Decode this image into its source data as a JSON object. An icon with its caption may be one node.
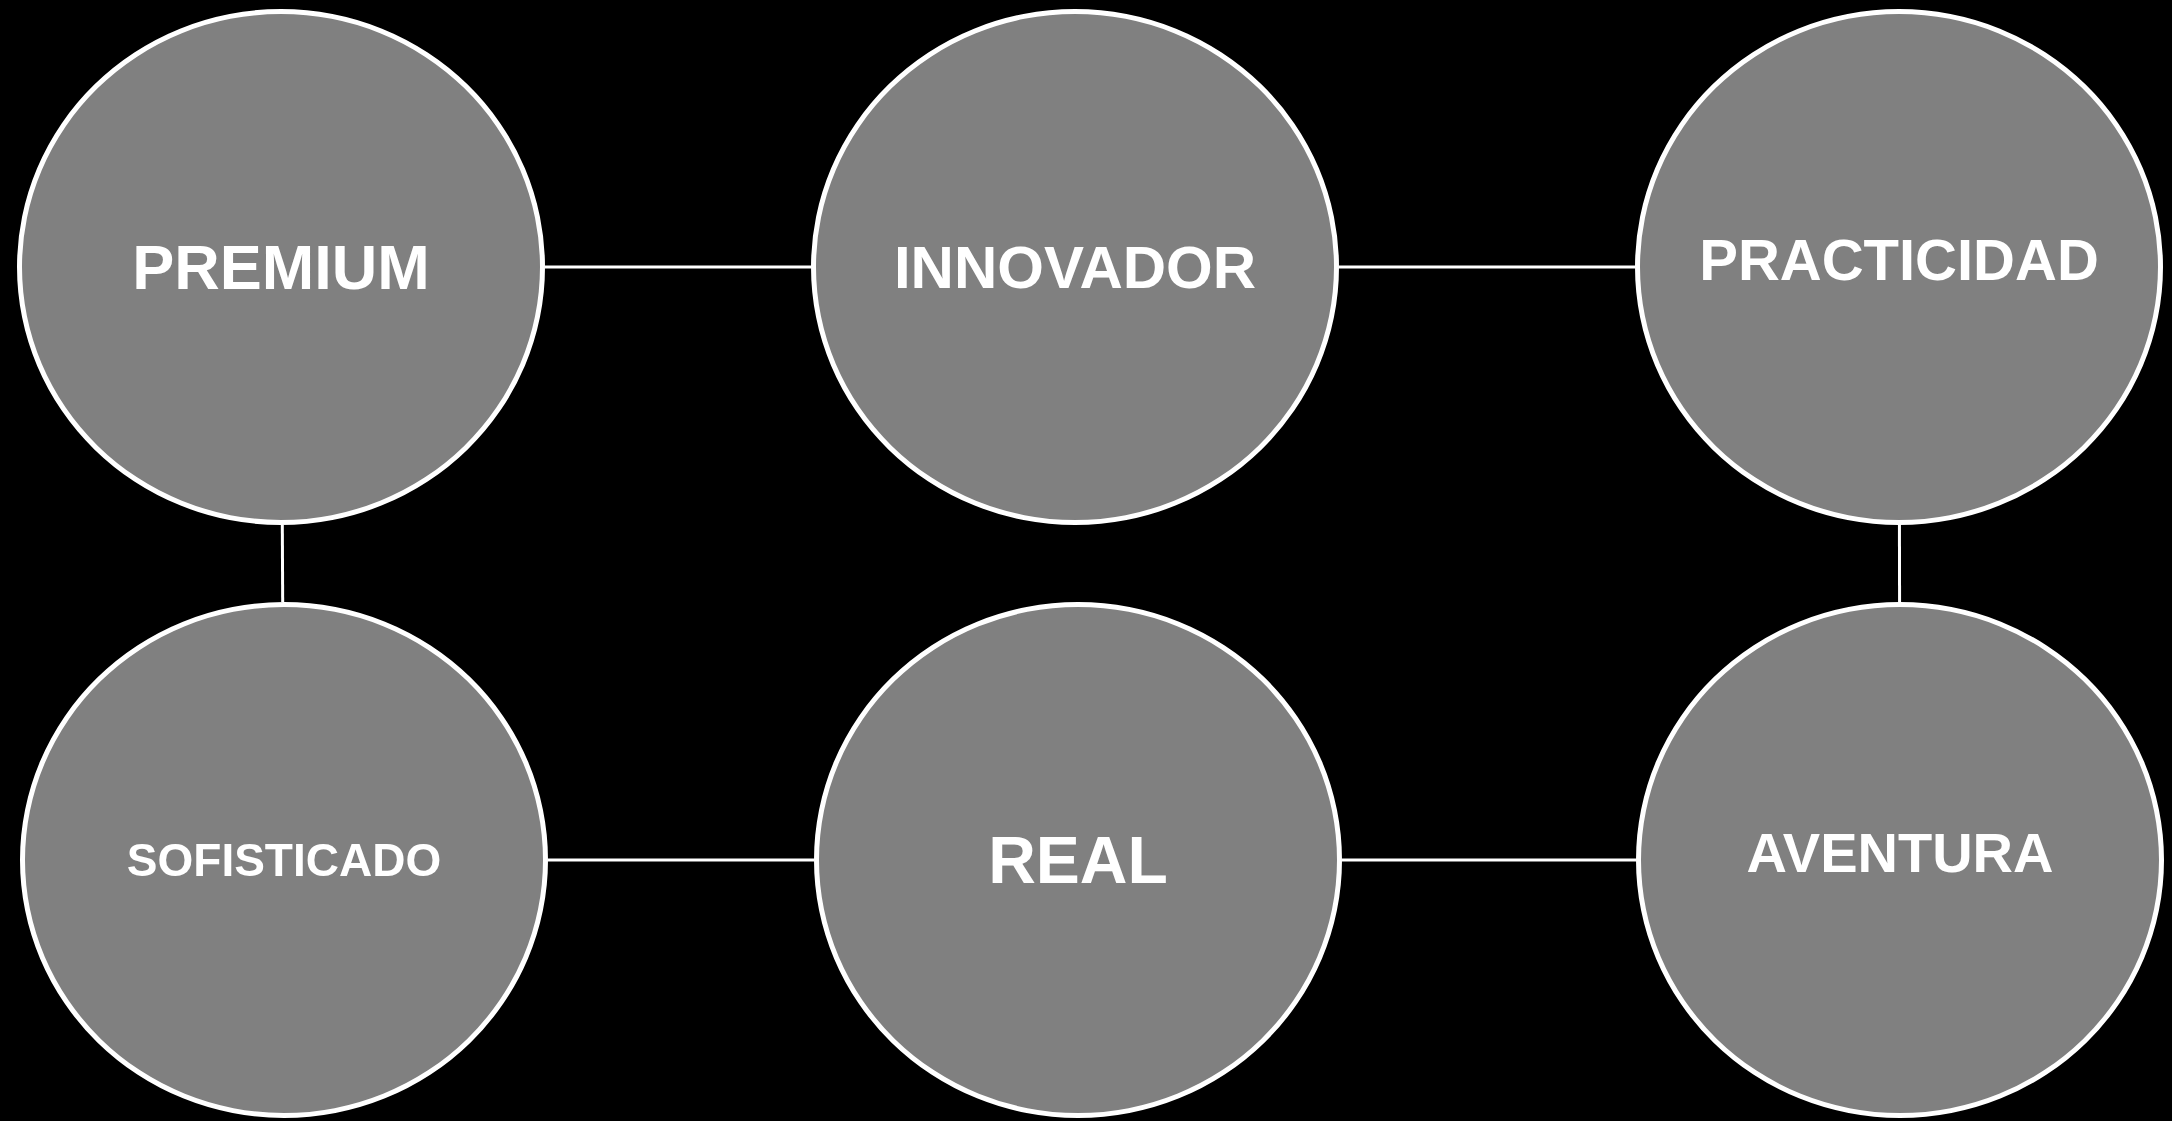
{
  "diagram": {
    "nodes": [
      {
        "text": [
          "PREMIUM"
        ]
      },
      {
        "text": [
          "INNOVADOR"
        ]
      },
      {
        "text": [
          "PRACTICIDAD"
        ]
      },
      {
        "text": [
          "SOFISTICADO"
        ]
      },
      {
        "text": [
          "REAL"
        ]
      },
      {
        "text": [
          "AVENTURA"
        ]
      }
    ],
    "edges": [
      {
        "from": 0,
        "to": 1,
        "arrow": "none"
      },
      {
        "from": 1,
        "to": 2,
        "arrow": "none"
      },
      {
        "from": 0,
        "to": 3,
        "arrow": "none"
      },
      {
        "from": 2,
        "to": 5,
        "arrow": "none"
      },
      {
        "from": 3,
        "to": 4,
        "arrow": "none"
      },
      {
        "from": 4,
        "to": 5,
        "arrow": "none"
      }
    ]
  }
}
